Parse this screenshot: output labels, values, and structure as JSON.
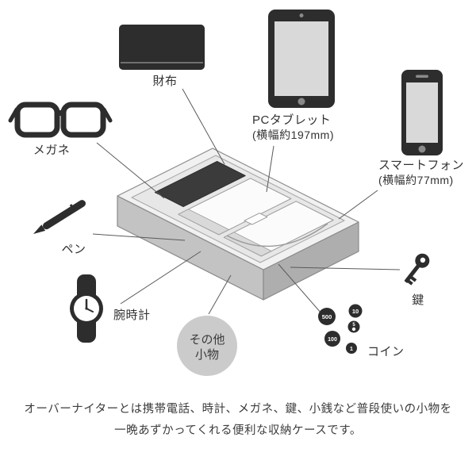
{
  "diagram": {
    "items": {
      "wallet": {
        "label": "財布"
      },
      "glasses": {
        "label": "メガネ"
      },
      "tablet": {
        "label": "PCタブレット",
        "sublabel": "(横幅約197mm)"
      },
      "smartphone": {
        "label": "スマートフォン",
        "sublabel": "(横幅約77mm)"
      },
      "pen": {
        "label": "ペン"
      },
      "watch": {
        "label": "腕時計"
      },
      "key": {
        "label": "鍵"
      },
      "coins": {
        "label": "コイン",
        "values": [
          "500",
          "10",
          "100",
          "5",
          "1"
        ]
      },
      "other": {
        "label_line1": "その他",
        "label_line2": "小物"
      }
    },
    "caption": {
      "line1": "オーバーナイターとは携帯電話、時計、メガネ、鍵、小銭など普段使いの小物を",
      "line2": "一晩あずかってくれる便利な収納ケースです。"
    },
    "colors": {
      "ink": "#333333",
      "icon_dark": "#2d2d2d",
      "screen_gray": "#d9d9d9",
      "tray_top": "#f1f1f1",
      "tray_front_left": "#c3c3c3",
      "tray_front_right": "#aeaeae",
      "tray_inner": "#e7e7e7",
      "slot_dark": "#3b3b3b",
      "other_circle": "#cbcbcb",
      "connector_line": "#5a5a5a"
    }
  }
}
